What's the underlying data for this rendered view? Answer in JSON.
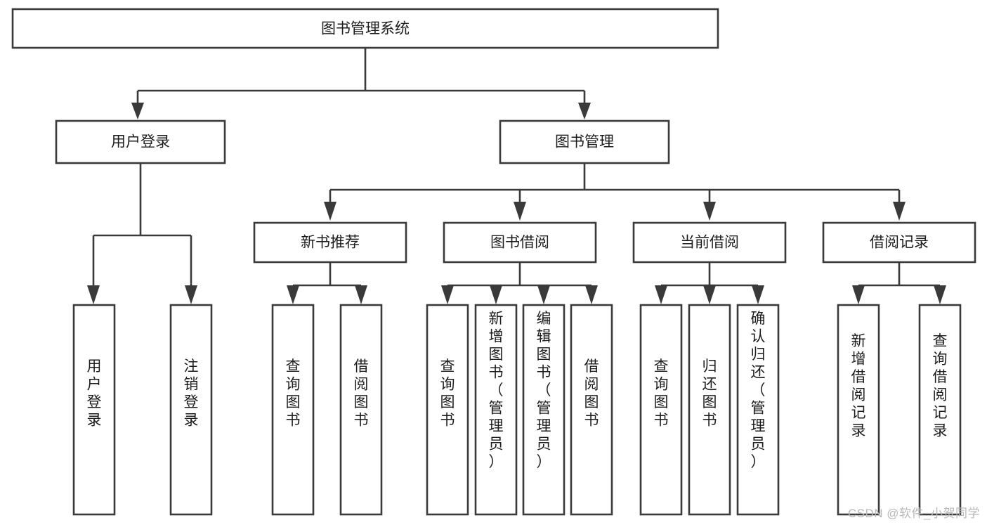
{
  "diagram": {
    "type": "tree-hierarchy-chart",
    "title": "图书管理系统",
    "colors": {
      "box_stroke": "#3a3a3a",
      "box_fill": "#ffffff",
      "text": "#1c1c1c",
      "background": "#ffffff",
      "watermark": "#b8b8b8"
    },
    "root": {
      "label": "图书管理系统"
    },
    "level2": [
      {
        "label": "用户登录"
      },
      {
        "label": "图书管理"
      }
    ],
    "level3": [
      {
        "label": "新书推荐"
      },
      {
        "label": "图书借阅"
      },
      {
        "label": "当前借阅"
      },
      {
        "label": "借阅记录"
      }
    ],
    "leaves": {
      "user_login": [
        {
          "label": "用户登录"
        },
        {
          "label": "注销登录"
        }
      ],
      "new_book_recommend": [
        {
          "label": "查询图书"
        },
        {
          "label": "借阅图书"
        }
      ],
      "book_borrow": [
        {
          "label": "查询图书"
        },
        {
          "label": "新增图书（管理员）"
        },
        {
          "label": "编辑图书（管理员）"
        },
        {
          "label": "借阅图书"
        }
      ],
      "current_borrow": [
        {
          "label": "查询图书"
        },
        {
          "label": "归还图书"
        },
        {
          "label": "确认归还（管理员）"
        }
      ],
      "borrow_record": [
        {
          "label": "新增借阅记录"
        },
        {
          "label": "查询借阅记录"
        }
      ]
    },
    "watermark": "CSDN @软件_小贺同学"
  }
}
